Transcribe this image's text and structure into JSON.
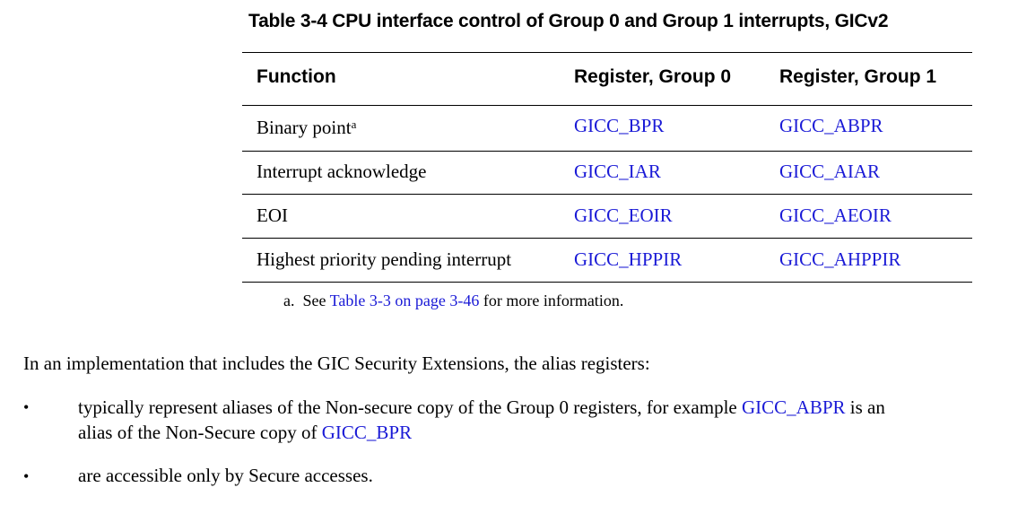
{
  "table": {
    "caption": "Table 3-4  CPU interface control of Group 0 and Group 1 interrupts, GICv2",
    "headers": [
      "Function",
      "Register, Group 0",
      "Register, Group 1"
    ],
    "rows": [
      {
        "function": "Binary point",
        "footnote_mark": "a",
        "group0": "GICC_BPR",
        "group1": "GICC_ABPR"
      },
      {
        "function": "Interrupt acknowledge",
        "group0": "GICC_IAR",
        "group1": "GICC_AIAR"
      },
      {
        "function": "EOI",
        "group0": "GICC_EOIR",
        "group1": "GICC_AEOIR"
      },
      {
        "function": "Highest priority pending interrupt",
        "group0": "GICC_HPPIR",
        "group1": "GICC_AHPPIR"
      }
    ],
    "footnote": {
      "label": "a.",
      "prefix": "See ",
      "link": "Table 3-3 on page 3-46",
      "suffix": " for more information."
    }
  },
  "body": {
    "intro": "In an implementation that includes the GIC Security Extensions, the alias registers:",
    "bullets": [
      {
        "line1_prefix": "typically represent aliases of the Non-secure copy of the Group 0 registers, for example ",
        "line1_link": "GICC_ABPR",
        "line1_suffix": " is an",
        "line2_prefix": "alias of the Non-Secure copy of ",
        "line2_link": "GICC_BPR"
      },
      {
        "text": "are accessible only by Secure accesses."
      }
    ],
    "bullet_glyph": "•"
  },
  "colors": {
    "link": "#1a1ad6",
    "text": "#000000",
    "background": "#ffffff"
  }
}
